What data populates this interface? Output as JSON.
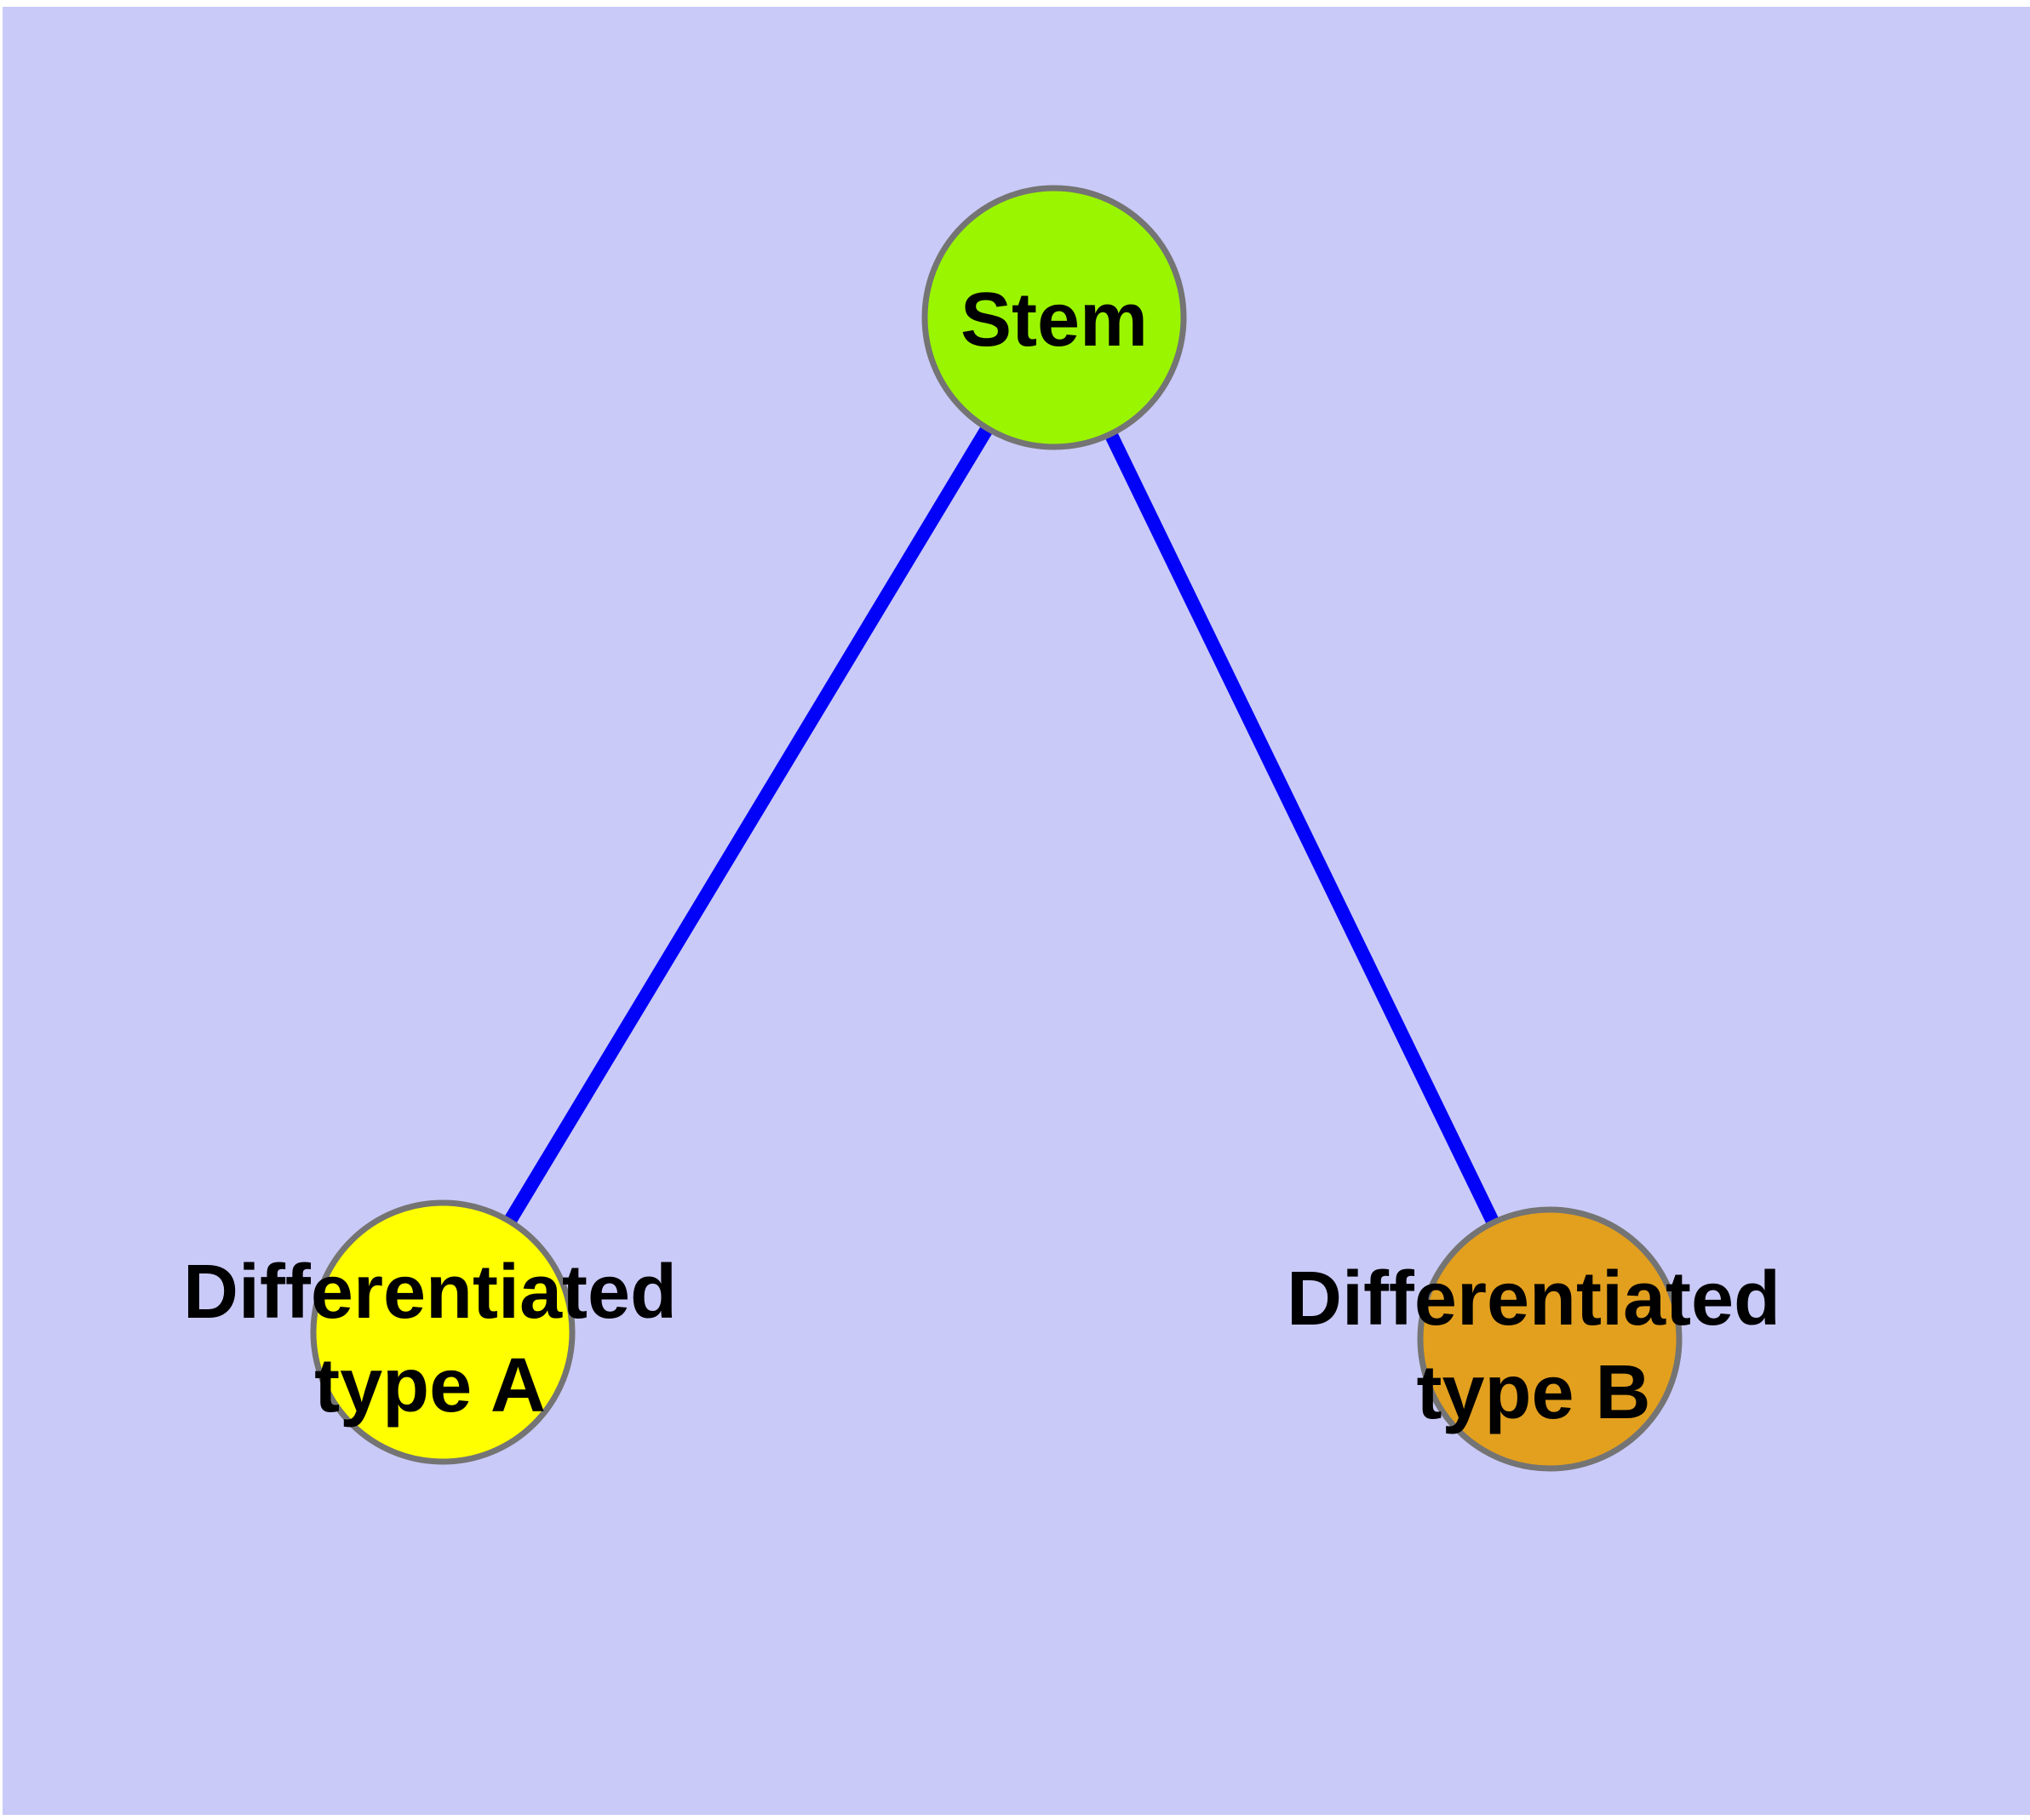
{
  "canvas": {
    "background": "#FFFFFF",
    "panel_background": "#CACAF8"
  },
  "graph": {
    "label_color": "#000000",
    "node_border_color": "#747474",
    "edge_color": "#0202F8",
    "nodes": [
      {
        "id": "stem",
        "label": "Stem",
        "fill": "#9AF500",
        "border_color": "#747474"
      },
      {
        "id": "differentiated-type-a",
        "label": "Differentiated type A",
        "label_line1": "Differentiated",
        "label_line2": "type A",
        "fill": "#FFFF00",
        "border_color": "#747474"
      },
      {
        "id": "differentiated-type-b",
        "label": "Differentiated type B",
        "label_line1": "Differentiated",
        "label_line2": "type B",
        "fill": "#E3A01E",
        "border_color": "#747474"
      }
    ],
    "edges": [
      {
        "from": "stem",
        "to": "differentiated-type-a",
        "color": "#0202F8"
      },
      {
        "from": "stem",
        "to": "differentiated-type-b",
        "color": "#0202F8"
      }
    ]
  }
}
